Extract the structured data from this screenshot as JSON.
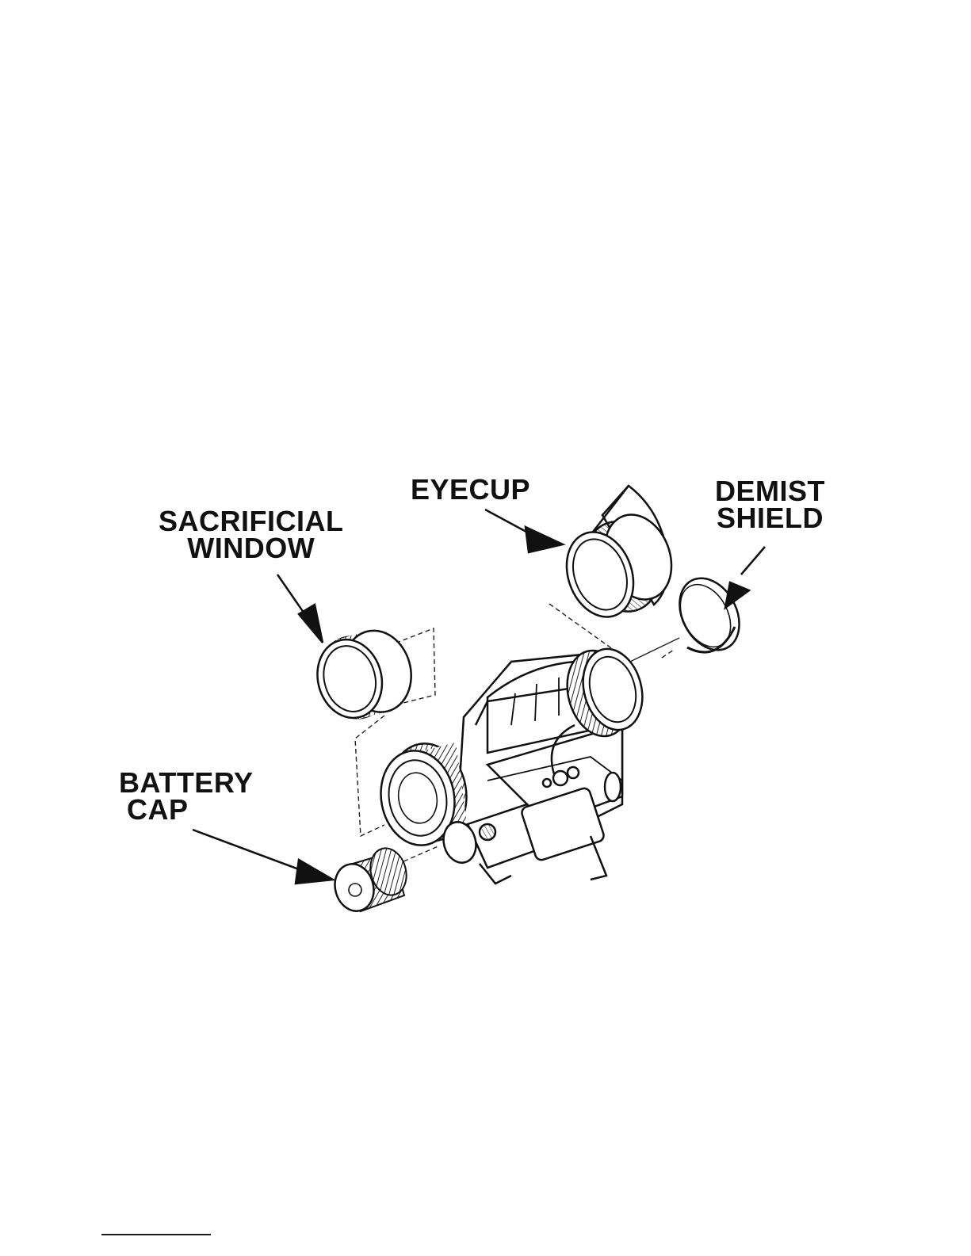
{
  "labels": {
    "sacrificial_window": [
      "SACRIFICIAL",
      "WINDOW"
    ],
    "eyecup": "EYECUP",
    "demist_shield": [
      "DEMIST",
      "SHIELD"
    ],
    "battery_cap": [
      "BATTERY",
      "CAP"
    ]
  },
  "colors": {
    "ink": "#111111",
    "paper": "#ffffff"
  }
}
